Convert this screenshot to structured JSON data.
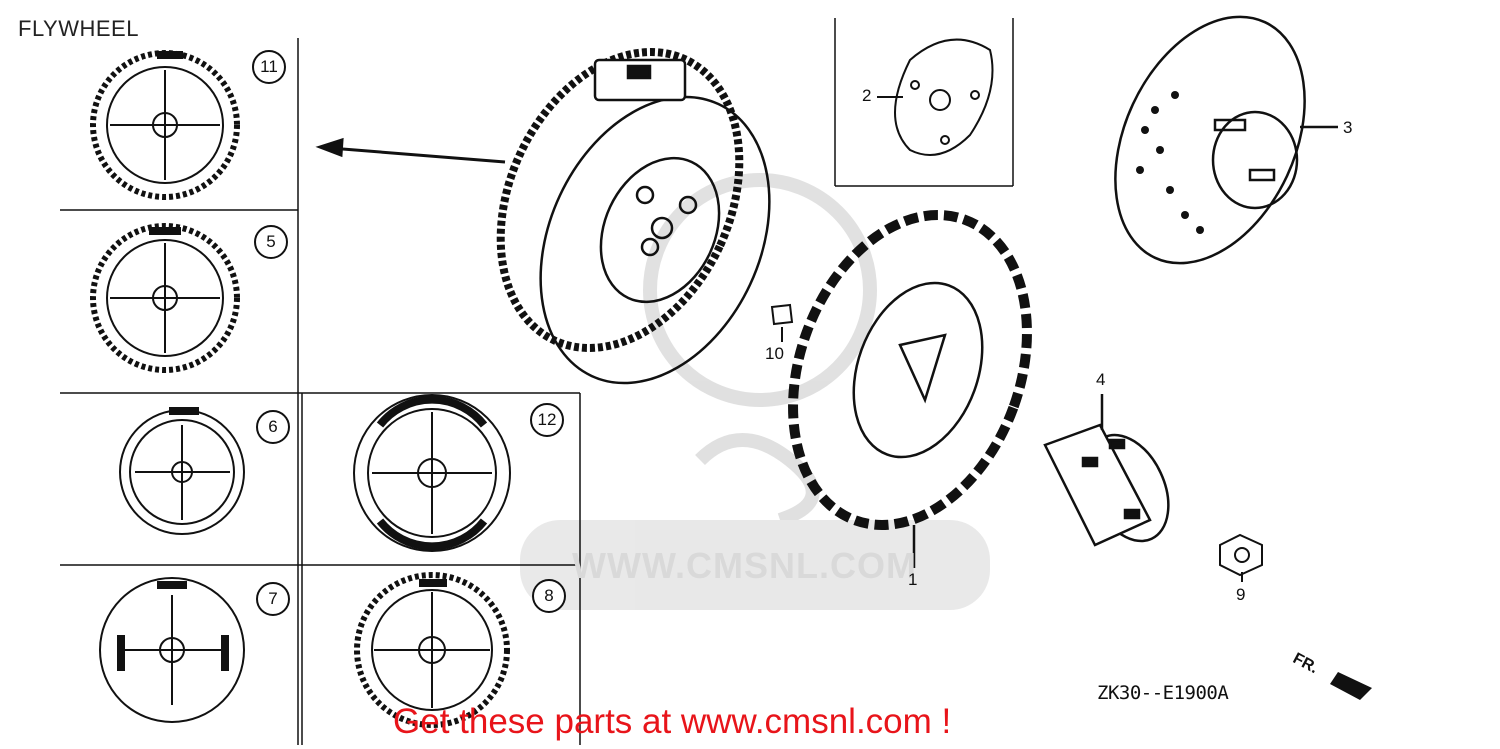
{
  "page": {
    "title": "FLYWHEEL"
  },
  "diagram": {
    "code": "ZK30--E1900A",
    "direction_label": "FR.",
    "watermark_text": "WWW.CMSNL.COM",
    "callouts": {
      "flywheel": "1",
      "plate": "2",
      "cup": "3",
      "pulley": "4",
      "nut": "9",
      "key": "10"
    },
    "variants": [
      "11",
      "5",
      "6",
      "12",
      "7",
      "8"
    ]
  },
  "footer": {
    "link_text": "Get these parts at www.cmsnl.com !"
  }
}
